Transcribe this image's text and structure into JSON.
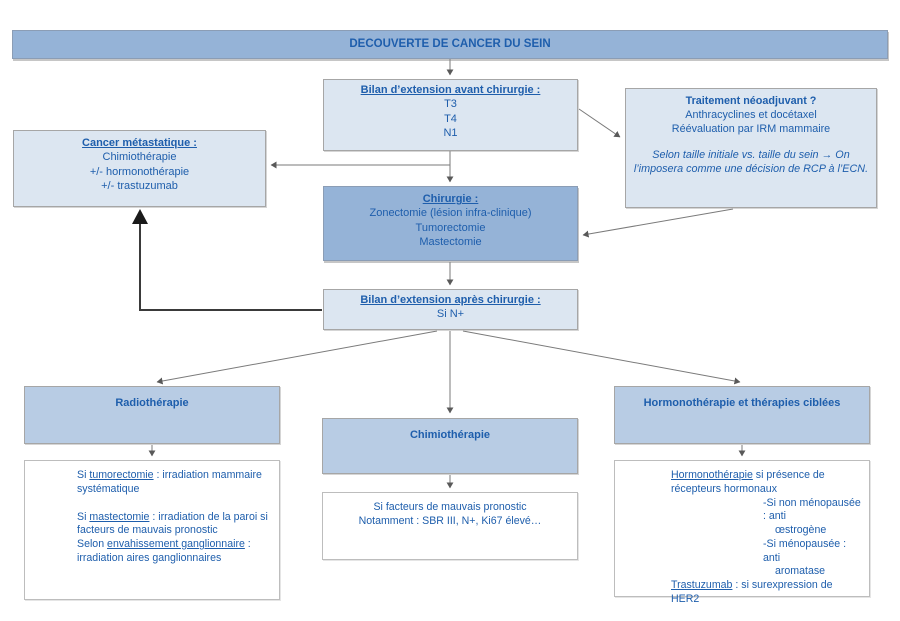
{
  "colors": {
    "banner_fill": "#95B3D7",
    "branch_header_fill": "#B8CCE4",
    "light_box_fill": "#DCE6F1",
    "detail_box_fill": "#FFFFFF",
    "text_blue": "#1E5EAC",
    "border_gray": "#A6A6A6",
    "connector_gray": "#595959",
    "elbow_arrow_black": "#2B2B2B"
  },
  "nodes": {
    "decouverte": {
      "title": "DECOUVERTE DE CANCER DU SEIN"
    },
    "bilan_avant": {
      "title": "Bilan d’extension avant chirurgie :",
      "lines": [
        "T3",
        "T4",
        "N1"
      ]
    },
    "neoadjuvant": {
      "title": "Traitement néoadjuvant ?",
      "lines": [
        "Anthracyclines et docétaxel",
        "Réévaluation par IRM mammaire"
      ],
      "note": "Selon taille initiale vs. taille du sein → On l’imposera comme une décision de RCP à l’ECN."
    },
    "metastatique": {
      "title": "Cancer métastatique :",
      "lines": [
        "Chimiothérapie",
        "+/- hormonothérapie",
        "+/- trastuzumab"
      ]
    },
    "chirurgie": {
      "title": "Chirurgie :",
      "lines": [
        "Zonectomie (lésion infra-clinique)",
        "Tumorectomie",
        "Mastectomie"
      ]
    },
    "bilan_apres": {
      "title": "Bilan d’extension après chirurgie :",
      "lines": [
        "Si N+"
      ]
    },
    "radiotherapie": {
      "title": "Radiothérapie"
    },
    "chimiotherapie": {
      "title": "Chimiothérapie"
    },
    "hormonotherapie": {
      "title": "Hormonothérapie et thérapies ciblées"
    },
    "radio_detail": {
      "p1": {
        "pre": "Si ",
        "u": "tumorectomie",
        "post": " : irradiation mammaire systématique"
      },
      "p2": {
        "pre": "Si ",
        "u": "mastectomie",
        "post": " : irradiation de la paroi si facteurs de mauvais pronostic"
      },
      "p3": {
        "pre": "Selon ",
        "u": "envahissement ganglionnaire",
        "post": " : irradiation aires ganglionnaires"
      }
    },
    "chimio_detail": {
      "lines": [
        "Si facteurs de mauvais pronostic",
        "Notamment : SBR III, N+, Ki67 élevé…"
      ]
    },
    "hormono_detail": {
      "p1": {
        "u": "Hormonothérapie",
        "post": " si présence de récepteurs hormonaux"
      },
      "sub1": "-Si non ménopausée : anti",
      "sub1b": "œstrogène",
      "sub2": "-Si ménopausée : anti",
      "sub2b": "aromatase",
      "p2": {
        "u": "Trastuzumab",
        "post": " : si surexpression de HER2"
      }
    }
  },
  "edges": [
    {
      "from": "decouverte",
      "to": "bilan_avant"
    },
    {
      "from": "bilan_avant",
      "to": "metastatique"
    },
    {
      "from": "bilan_avant",
      "to": "neoadjuvant"
    },
    {
      "from": "bilan_avant",
      "to": "chirurgie"
    },
    {
      "from": "neoadjuvant",
      "to": "chirurgie"
    },
    {
      "from": "chirurgie",
      "to": "bilan_apres"
    },
    {
      "from": "bilan_apres",
      "to": "metastatique"
    },
    {
      "from": "bilan_apres",
      "to": "radiotherapie"
    },
    {
      "from": "bilan_apres",
      "to": "chimiotherapie"
    },
    {
      "from": "bilan_apres",
      "to": "hormonotherapie"
    },
    {
      "from": "radiotherapie",
      "to": "radio_detail"
    },
    {
      "from": "chimiotherapie",
      "to": "chimio_detail"
    },
    {
      "from": "hormonotherapie",
      "to": "hormono_detail"
    }
  ]
}
